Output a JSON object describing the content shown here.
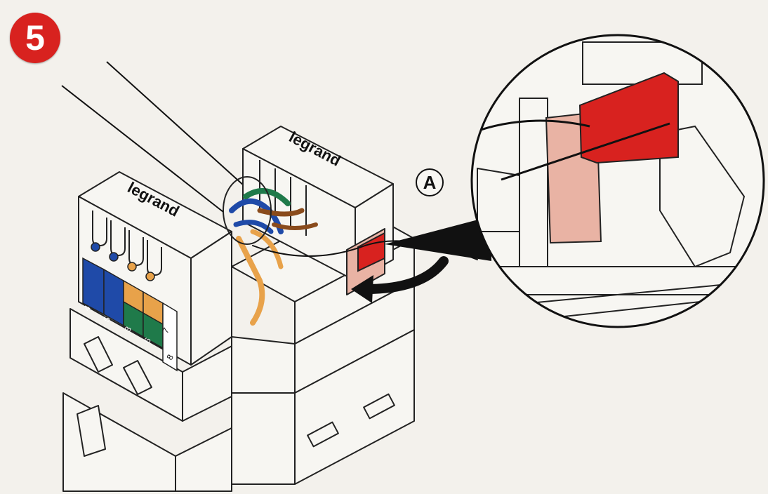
{
  "step": {
    "number": "5"
  },
  "callout": {
    "label": "A"
  },
  "brand": {
    "front": "legrand",
    "back": "legrand"
  },
  "terminals": [
    {
      "label": "4",
      "color": "#1f4aa8"
    },
    {
      "label": "5",
      "color": "#1f4aa8"
    },
    {
      "label": "3",
      "color": "#e8a24a"
    },
    {
      "label": "6",
      "color": "#1f7a4a"
    },
    {
      "label": "7",
      "color": "#e8a24a"
    },
    {
      "label": "8",
      "color": "#1f7a4a"
    }
  ],
  "colors": {
    "badge": "#d8221f",
    "latch_red": "#d8221f",
    "contact_pink": "#e9b3a4",
    "wire_blue": "#1f4aa8",
    "wire_orange": "#e8a24a",
    "wire_green": "#1f7a4a",
    "wire_brown": "#8a4b1c"
  }
}
